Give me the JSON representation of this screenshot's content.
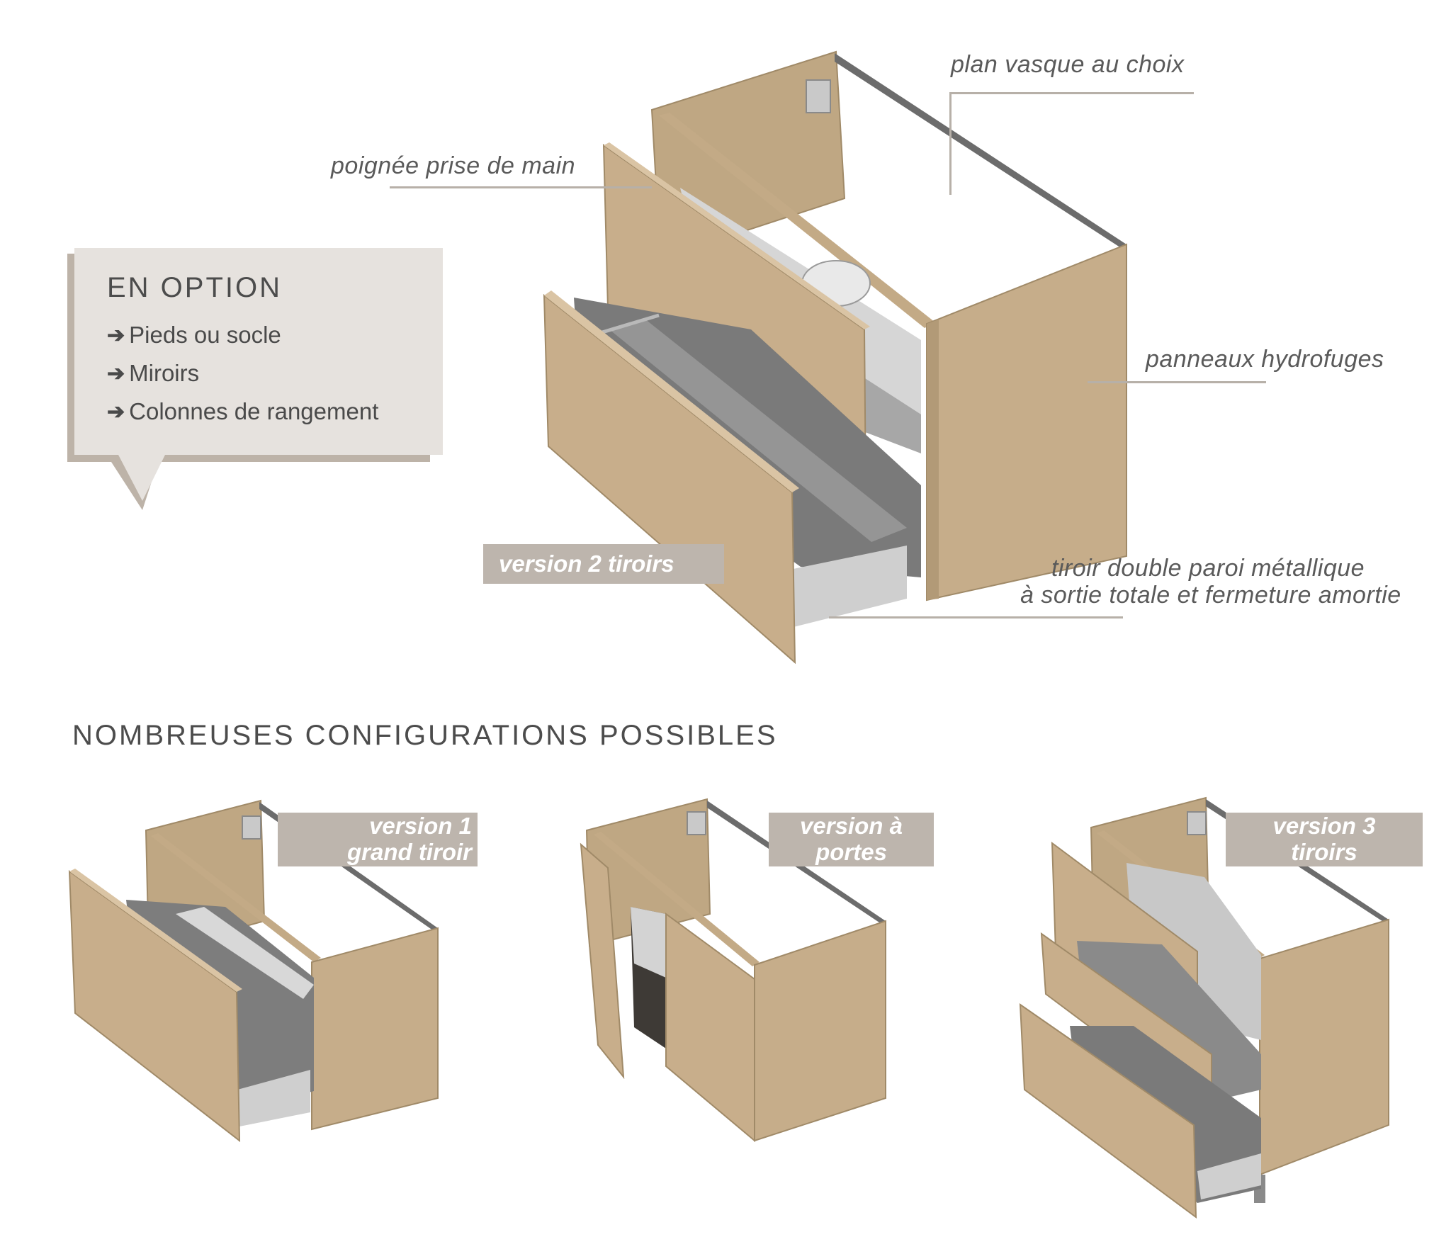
{
  "option_box": {
    "title": "EN OPTION",
    "arrow_glyph": "➔",
    "items": [
      "Pieds ou socle",
      "Miroirs",
      "Colonnes de rangement"
    ]
  },
  "callouts": {
    "plan_vasque": "plan vasque au choix",
    "poignee": "poignée prise de main",
    "panneaux": "panneaux hydrofuges",
    "tiroir_line1": "tiroir double paroi métallique",
    "tiroir_line2": "à sortie totale et fermeture amortie"
  },
  "tags": {
    "v2": "version 2 tiroirs",
    "v1_line1": "version 1",
    "v1_line2": "grand tiroir",
    "vp_line1": "version à",
    "vp_line2": "portes",
    "v3_line1": "version 3",
    "v3_line2": "tiroirs"
  },
  "section_title": "NOMBREUSES CONFIGURATIONS POSSIBLES",
  "colors": {
    "wood": "#c6ad8a",
    "wood_dark": "#a8916f",
    "tag_bg": "#bdb5ad",
    "box_bg": "#e6e2de",
    "box_shadow": "#bdb3a8",
    "metal": "#9a9a9a",
    "drawer_inside": "#7d7d7d"
  }
}
